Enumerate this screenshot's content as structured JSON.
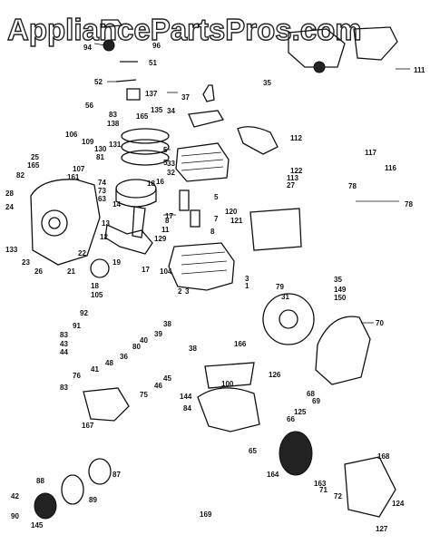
{
  "watermark": "AppliancePartsPros.com",
  "callouts": [
    "96",
    "94",
    "51",
    "52",
    "56",
    "137",
    "35",
    "37",
    "34",
    "83",
    "138",
    "165",
    "135",
    "5",
    "131",
    "5",
    "106",
    "109",
    "25",
    "165",
    "130",
    "81",
    "107",
    "161",
    "82",
    "28",
    "24",
    "74",
    "73",
    "63",
    "18",
    "14",
    "16",
    "5",
    "17",
    "11",
    "13",
    "129",
    "22",
    "19",
    "12",
    "17",
    "104",
    "21",
    "18",
    "105",
    "133",
    "23",
    "26",
    "92",
    "91",
    "83",
    "43",
    "44",
    "41",
    "48",
    "76",
    "80",
    "36",
    "40",
    "39",
    "38",
    "38",
    "83",
    "167",
    "75",
    "46",
    "45",
    "144",
    "84",
    "100",
    "2",
    "3",
    "1",
    "31",
    "79",
    "35",
    "149",
    "150",
    "166",
    "70",
    "112",
    "122",
    "113",
    "27",
    "117",
    "78",
    "116",
    "78",
    "120",
    "121",
    "33",
    "32",
    "3",
    "7",
    "8",
    "8",
    "111",
    "126",
    "125",
    "69",
    "68",
    "66",
    "65",
    "164",
    "163",
    "71",
    "72",
    "168",
    "124",
    "127",
    "169",
    "88",
    "87",
    "89",
    "42",
    "90",
    "145"
  ],
  "colors": {
    "ink": "#111111",
    "paper": "#ffffff"
  }
}
